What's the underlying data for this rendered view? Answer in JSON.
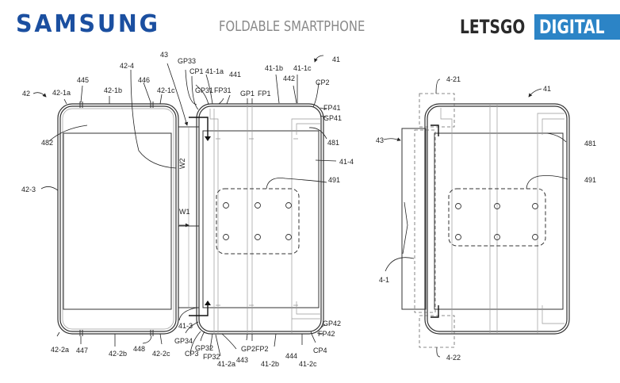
{
  "header": {
    "brand": "SAMSUNG",
    "subtitle": "FOLDABLE SMARTPHONE",
    "source_logo_dark": "LETSGO",
    "source_logo_highlight": "DIGITAL"
  },
  "colors": {
    "brand_blue": "#1b4fa0",
    "logo_blue": "#2c84c6",
    "subtitle_gray": "#8a8a8a",
    "line": "#333333",
    "light_line": "#9a9a9a"
  },
  "figure_left": {
    "labels": {
      "l42": "42",
      "l42_1a": "42-1a",
      "l445": "445",
      "l42_1b": "42-1b",
      "l446": "446",
      "l42_1c": "42-1c",
      "l42_4": "42-4",
      "l43": "43",
      "l482": "482",
      "l42_3": "42-3",
      "lW2": "W2",
      "lW1": "W1",
      "l41_3": "41-3",
      "l42_2a": "42-2a",
      "l447": "447",
      "l42_2b": "42-2b",
      "l448": "448",
      "l42_2c": "42-2c",
      "lGP33": "GP33",
      "lCP1": "CP1",
      "l41_1a": "41-1a",
      "l441": "441",
      "lGP31": "GP31",
      "lFP31": "FP31",
      "lGP1": "GP1",
      "lFP1": "FP1",
      "l41_1b": "41-1b",
      "l442": "442",
      "l41_1c": "41-1c",
      "l41": "41",
      "lCP2": "CP2",
      "lFP41": "FP41",
      "lGP41": "GP41",
      "l481": "481",
      "l41_4": "41-4",
      "l491": "491",
      "lGP34": "GP34",
      "lCP3": "CP3",
      "lGP32": "GP32",
      "lFP32": "FP32",
      "l41_2a": "41-2a",
      "l443": "443",
      "lGP2": "GP2",
      "lFP2": "FP2",
      "l41_2b": "41-2b",
      "l444": "444",
      "l41_2c": "41-2c",
      "lCP4": "CP4",
      "lGP42": "GP42",
      "lFP42": "FP42"
    }
  },
  "figure_right": {
    "labels": {
      "l4_21": "4-21",
      "l41": "41",
      "l43": "43",
      "l481": "481",
      "l491": "491",
      "l4_1": "4-1",
      "l4_22": "4-22"
    }
  }
}
